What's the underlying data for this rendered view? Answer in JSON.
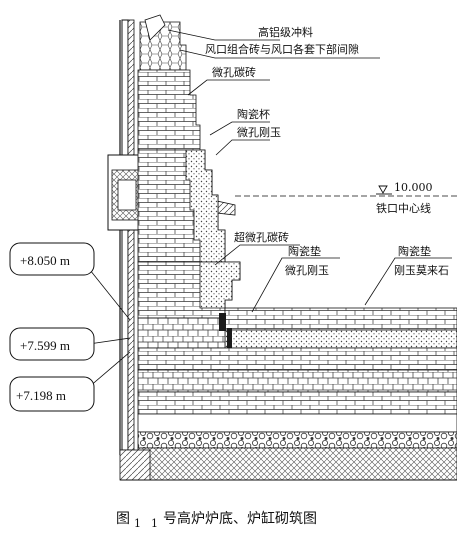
{
  "labels": {
    "high_alumina_ramming": "高铝级冲料",
    "tuyere_gap": "风口组合砖与风口各套下部间隙",
    "micropore_carbon": "微孔碳砖",
    "ceramic_cup": "陶瓷杯",
    "micropore_corundum_1": "微孔刚玉",
    "iron_level_value": "10.000",
    "taphole_centerline": "铁口中心线",
    "super_micropore_carbon": "超微孔碳砖",
    "ceramic_pad_1": "陶瓷垫",
    "micropore_corundum_2": "微孔刚玉",
    "ceramic_pad_2": "陶瓷垫",
    "corundum_mullite": "刚玉莫来石"
  },
  "elevations": {
    "e1": "+8.050 m",
    "e2": "+7.599 m",
    "e3": "+7.198 m"
  },
  "caption": {
    "prefix": "图",
    "num1": "1",
    "num2": "1",
    "text": "号高炉炉底、炉缸砌筑图"
  },
  "colors": {
    "line": "#111111",
    "shade": "#d8d8d8",
    "dark": "#1a1a1a"
  }
}
